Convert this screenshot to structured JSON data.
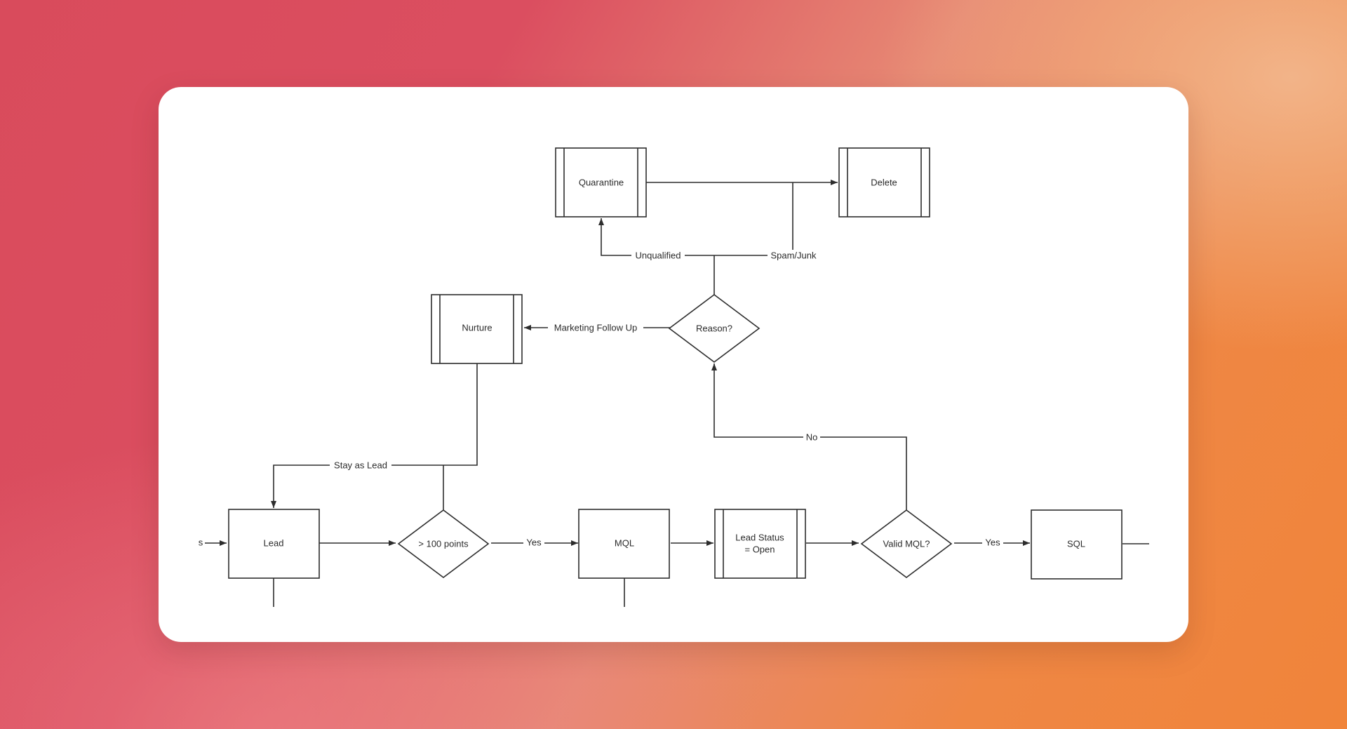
{
  "colors": {
    "background_start": "#d94b5c",
    "background_end": "#f0843a",
    "card": "#ffffff",
    "stroke": "#2d2d2d"
  },
  "diagram": {
    "nodes": {
      "quarantine": "Quarantine",
      "delete": "Delete",
      "nurture": "Nurture",
      "reason": "Reason?",
      "lead": "Lead",
      "points": "> 100 points",
      "mql": "MQL",
      "lead_status_line1": "Lead Status",
      "lead_status_line2": "= Open",
      "valid_mql": "Valid MQL?",
      "sql": "SQL"
    },
    "edges": {
      "unqualified": "Unqualified",
      "spam_junk": "Spam/Junk",
      "marketing_follow_up": "Marketing Follow Up",
      "no": "No",
      "stay_as_lead": "Stay as Lead",
      "yes_points": "Yes",
      "yes_valid": "Yes",
      "incoming": "s"
    }
  }
}
